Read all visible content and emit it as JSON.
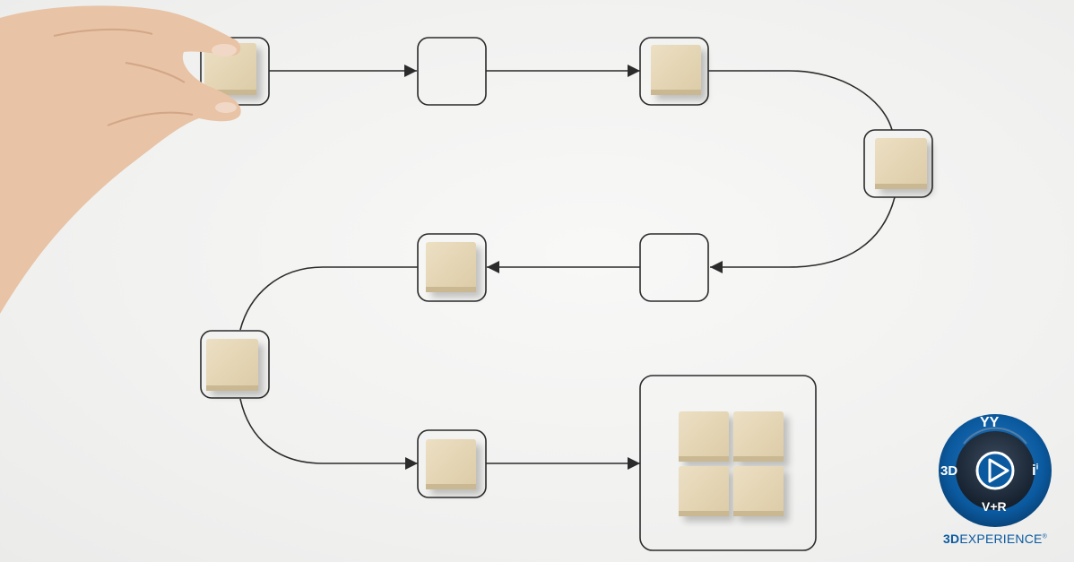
{
  "scene": {
    "description_elements": {
      "hand": "hand-placing-block",
      "path": "process-flow-path",
      "stages": 10
    },
    "colors": {
      "background": "#f4f4f3",
      "line": "#2b2b2b",
      "block": "#e2d3b3",
      "block_shadow": "#c9b892",
      "skin": "#e7c3a6"
    }
  },
  "logo": {
    "brand_bold": "3D",
    "brand_rest": "EXPERIENCE",
    "registered": "®",
    "left_label": "3D",
    "right_label": "i",
    "right_sup": "i",
    "bottom_label": "V+R",
    "top_label": "YY",
    "colors": {
      "ring": "#0b5aa0",
      "ring_dark": "#073d6e",
      "inner": "#1c2a3a",
      "word": "#0b5aa0"
    }
  }
}
